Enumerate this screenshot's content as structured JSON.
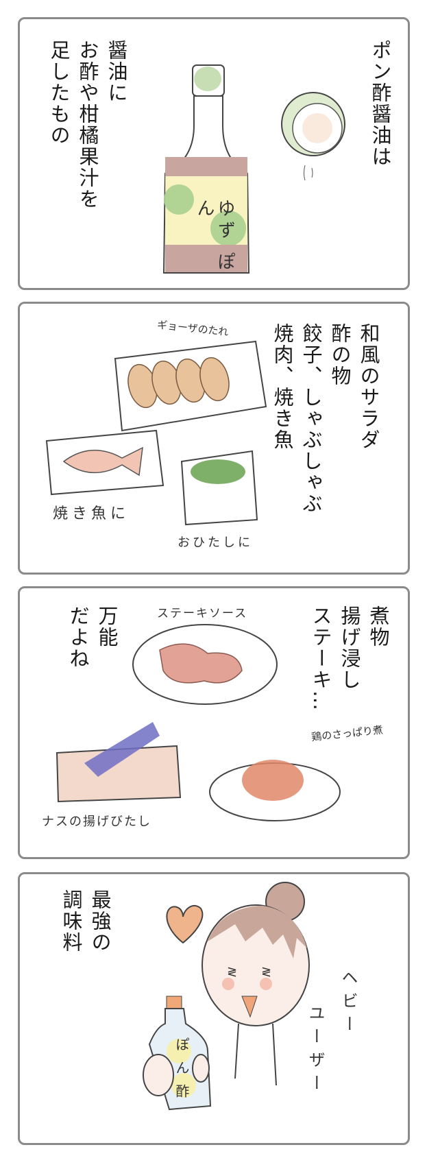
{
  "panels": [
    {
      "narration_right": [
        "ポン酢醤油は"
      ],
      "narration_left": [
        "醤油に",
        "お酢や柑橘果汁を",
        "足したもの"
      ],
      "bottle_label": "ゆず ぽん"
    },
    {
      "narration": [
        "和風のサラダ",
        "酢の物",
        "餃子、しゃぶしゃぶ",
        "焼肉、焼き魚"
      ],
      "labels": {
        "gyoza": "ギョーザのたれ",
        "fish": "焼き魚に",
        "ohitashi": "おひたしに"
      }
    },
    {
      "narration_right": [
        "煮物",
        "揚げ浸し",
        "ステーキ…"
      ],
      "narration_left": [
        "万能",
        "だよね"
      ],
      "labels": {
        "steak": "ステーキソース",
        "chicken": "鶏のさっぱり煮",
        "eggplant": "ナスの揚げびたし"
      }
    },
    {
      "narration": [
        "最強の",
        "調味料"
      ],
      "bottle_label": "ぽん酢",
      "labels": [
        "ヘビー",
        "ユーザー"
      ]
    }
  ],
  "colors": {
    "frame": "#8a8a8a",
    "soy": "#c9a5a0",
    "lime": "#a9cf8e",
    "yuzu": "#f6f0b0",
    "heart": "#f0b48c",
    "hair": "#c9a69a"
  }
}
